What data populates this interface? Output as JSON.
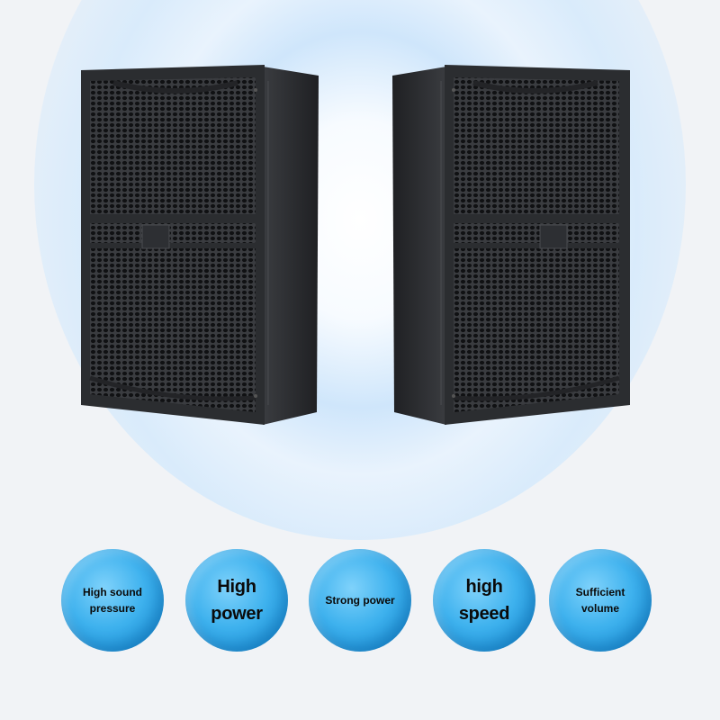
{
  "colors": {
    "background": "#f1f3f6",
    "badge_blue": "#3fb2ee",
    "speaker_body": "#2b2d30"
  },
  "product": {
    "name": "speaker-pair",
    "icons": [
      "speaker-left-icon",
      "speaker-right-icon"
    ]
  },
  "features": [
    {
      "label": "High sound pressure"
    },
    {
      "label": "High power"
    },
    {
      "label": "Strong power"
    },
    {
      "label": "high speed"
    },
    {
      "label": "Sufficient volume"
    }
  ]
}
